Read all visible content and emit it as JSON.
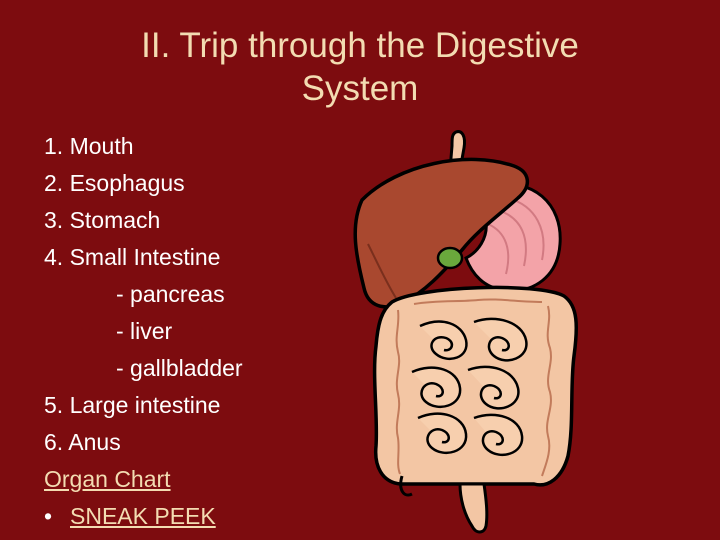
{
  "slide": {
    "title_line1": "II. Trip through the Digestive",
    "title_line2": "System",
    "items": [
      "1. Mouth",
      "2. Esophagus",
      "3. Stomach",
      "4. Small Intestine",
      "- pancreas",
      "- liver",
      "- gallbladder",
      "5. Large intestine",
      "6. Anus"
    ],
    "organ_chart_link": "Organ Chart",
    "sneak_peek_link": "SNEAK PEEK"
  },
  "colors": {
    "background": "#7d0c0f",
    "title": "#f3dcb2",
    "body_text": "#ffffff",
    "link": "#f3dcb2"
  },
  "icons": [
    "digestive-system-illustration"
  ]
}
